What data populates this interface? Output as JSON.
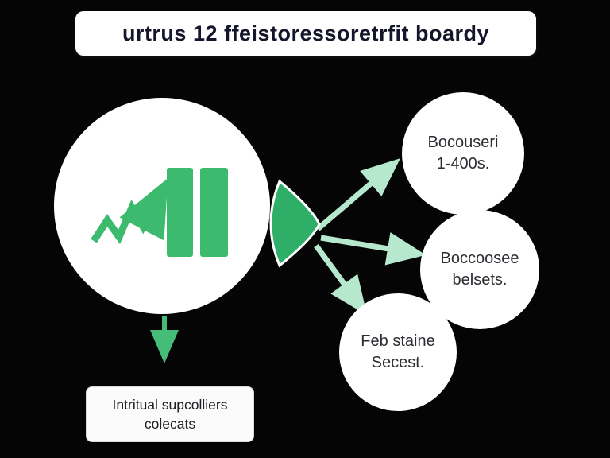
{
  "title": "urtrus 12 ffeistoressoretrfit boardy",
  "diagram": {
    "center_icon": "trend-arrow-with-bars",
    "connector_icon": "funnel-cone",
    "nodes": {
      "top_circle": {
        "line1": "Bocouseri",
        "line2": "1-400s."
      },
      "middle_circle": {
        "line1": "Boccoosee",
        "line2": "belsets."
      },
      "bottom_circle": {
        "line1": "Feb staine",
        "line2": "Secest."
      },
      "bottom_box": {
        "line1": "Intritual supcolliers",
        "line2": "colecats"
      }
    }
  },
  "colors": {
    "background": "#050505",
    "green": "#3cba6e",
    "cone_green": "#2fae68",
    "arrow_light": "#b5e8cc",
    "arrow_down": "#45bd78",
    "title_text": "#15152b",
    "node_text": "#2d2d33"
  }
}
